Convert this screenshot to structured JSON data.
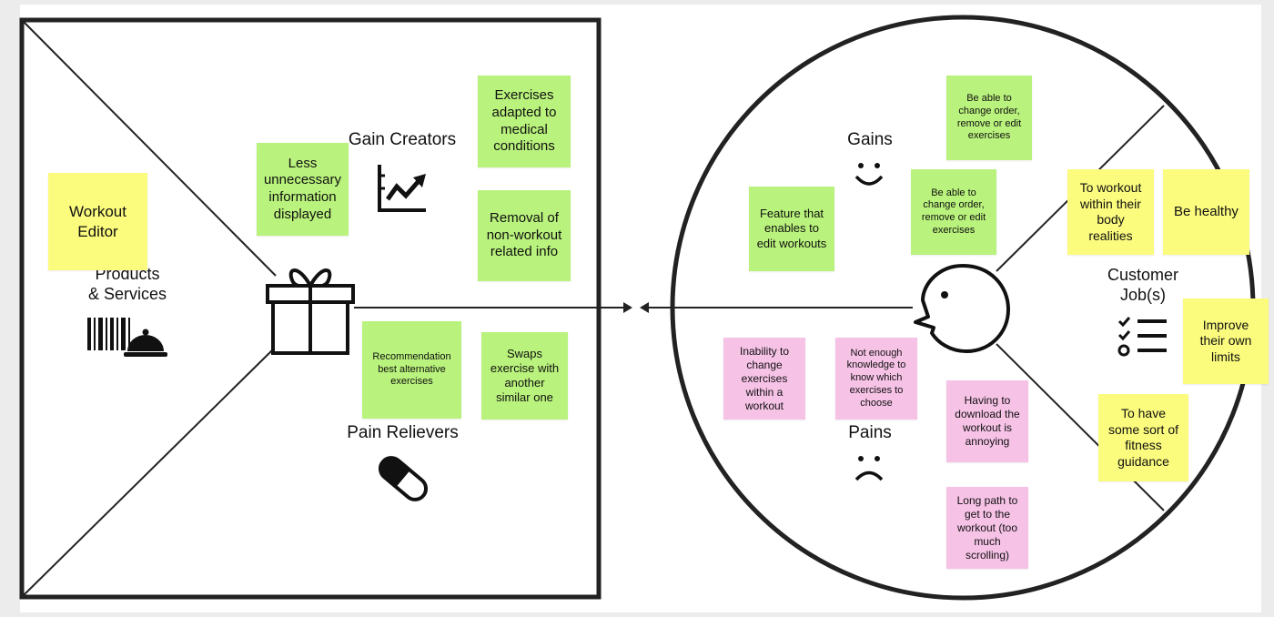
{
  "product_map": {
    "products_services_label": "Products\n& Services",
    "gain_creators_label": "Gain Creators",
    "pain_relievers_label": "Pain Relievers",
    "icons": {
      "products": "barcode-and-cloche-icon",
      "center": "gift-icon",
      "gain_creators": "trending-up-chart-icon",
      "pain_relievers": "pill-icon"
    }
  },
  "customer_profile": {
    "gains_label": "Gains",
    "pains_label": "Pains",
    "customer_jobs_label": "Customer\nJob(s)",
    "icons": {
      "gains": "smile-icon",
      "pains": "frown-icon",
      "customer": "customer-head-icon",
      "jobs": "checklist-icon"
    }
  },
  "colors": {
    "green_sticky": "#b9f27c",
    "yellow_sticky": "#fbfb7e",
    "pink_sticky": "#f6c2e6",
    "frame": "#222222",
    "background": "#ececec"
  },
  "stickies": {
    "workout_editor": "Workout\nEditor",
    "less_info": "Less\nunnecessary\ninformation\ndisplayed",
    "exercises_adapted": "Exercises\nadapted to\nmedical\nconditions",
    "removal_info": "Removal of\nnon-workout\nrelated info",
    "recommendation": "Recommendation\nbest alternative\nexercises",
    "swaps_exercise": "Swaps\nexercise with\nanother\nsimilar one",
    "gain_change_order_1": "Be able to\nchange order,\nremove or edit\nexercises",
    "gain_change_order_2": "Be able to\nchange order,\nremove or edit\nexercises",
    "feature_edit": "Feature that\nenables to\nedit workouts",
    "pain_inability": "Inability to\nchange\nexercises\nwithin a\nworkout",
    "pain_knowledge": "Not enough\nknowledge to\nknow which\nexercises to\nchoose",
    "pain_download": "Having to\ndownload the\nworkout is\nannoying",
    "pain_long_path": "Long path to\nget to the\nworkout (too\nmuch\nscrolling)",
    "job_body_realities": "To workout\nwithin their\nbody\nrealities",
    "job_be_healthy": "Be healthy",
    "job_improve_limits": "Improve\ntheir own\nlimits",
    "job_fitness_guidance": "To have\nsome sort of\nfitness\nguidance"
  }
}
